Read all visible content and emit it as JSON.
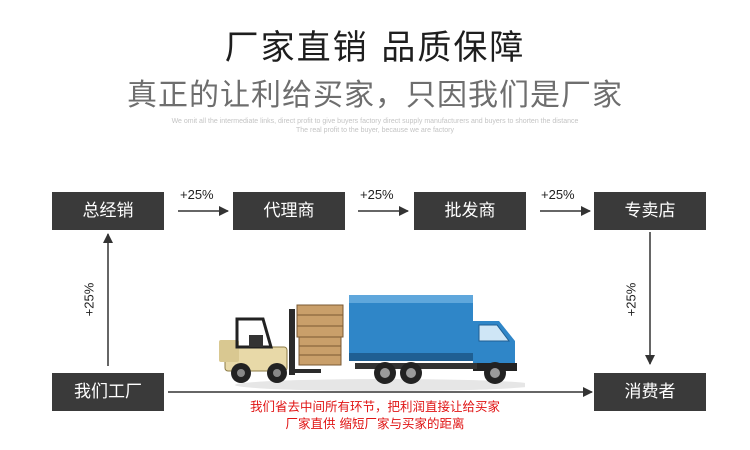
{
  "header": {
    "title": "厂家直销 品质保障",
    "subtitle": "真正的让利给买家，只因我们是厂家",
    "faint_line1": "We omit all the intermediate links, direct profit to give buyers factory direct supply manufacturers and buyers to shorten the distance",
    "faint_line2": "The real profit to the buyer, because we are factory"
  },
  "boxes": {
    "distributor": "总经销",
    "agent": "代理商",
    "wholesaler": "批发商",
    "store": "专卖店",
    "factory": "我们工厂",
    "consumer": "消费者"
  },
  "markups": {
    "m1": "+25%",
    "m2": "+25%",
    "m3": "+25%",
    "left_vertical": "+25%",
    "right_vertical": "+25%"
  },
  "note": {
    "line1": "我们省去中间所有环节，把利润直接让给买家",
    "line2": "厂家直供 缩短厂家与买家的距离"
  },
  "colors": {
    "box_bg": "#3a3a3a",
    "note_red": "#e01414",
    "truck_blue": "#2f86c8"
  }
}
